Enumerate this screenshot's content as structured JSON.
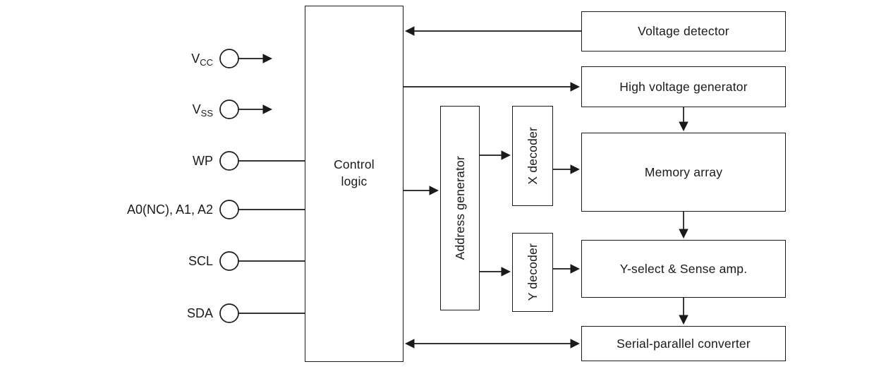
{
  "diagram": {
    "pins": [
      {
        "main": "V",
        "sub": "CC"
      },
      {
        "main": "V",
        "sub": "SS"
      },
      {
        "main": "WP",
        "sub": ""
      },
      {
        "main": "A0(NC), A1, A2",
        "sub": ""
      },
      {
        "main": "SCL",
        "sub": ""
      },
      {
        "main": "SDA",
        "sub": ""
      }
    ],
    "blocks": {
      "control_logic": "Control\nlogic",
      "address_generator": "Address generator",
      "x_decoder": "X decoder",
      "y_decoder": "Y decoder",
      "voltage_detector": "Voltage detector",
      "high_voltage_generator": "High voltage generator",
      "memory_array": "Memory array",
      "y_select_sense_amp": "Y-select & Sense amp.",
      "serial_parallel_converter": "Serial-parallel converter"
    },
    "colors": {
      "line": "#1a1a1a",
      "background": "#ffffff"
    }
  }
}
